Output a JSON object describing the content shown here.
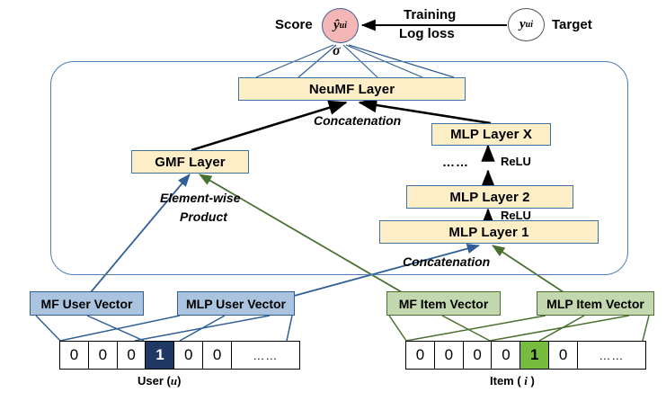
{
  "figure": {
    "title": "NeuMF (Neural Matrix Factorization) model architecture",
    "colors": {
      "layer_fill": "#fdeec8",
      "layer_border": "#3f72a4",
      "user_fill": "#aac4e0",
      "user_border": "#2f5f96",
      "item_fill": "#c3d8ae",
      "item_border": "#4a7030",
      "score_fill": "#f5b6b6",
      "user_hot": "#1f3864",
      "item_hot": "#76bc3f",
      "container_border": "#4a7fb5",
      "user_edge": "#2f5f96",
      "item_edge": "#4a7030",
      "black_edge": "#000000"
    }
  },
  "top": {
    "score_label": "Score",
    "score_node": "ŷ",
    "score_node_sub": "ui",
    "target_label": "Target",
    "target_node": "y",
    "target_node_sub": "ui",
    "training_line1": "Training",
    "training_line2": "Log loss",
    "sigma": "σ"
  },
  "layers": {
    "neumf": "NeuMF Layer",
    "gmf": "GMF Layer",
    "mlp_x": "MLP Layer X",
    "mlp_2": "MLP Layer 2",
    "mlp_1": "MLP Layer 1"
  },
  "edge_labels": {
    "concatenation_top": "Concatenation",
    "concatenation_bottom": "Concatenation",
    "element_wise_line1": "Element-wise",
    "element_wise_line2": "Product",
    "relu_upper": "ReLU",
    "relu_lower": "ReLU",
    "ellipsis": "……"
  },
  "vectors": {
    "mf_user": "MF User Vector",
    "mlp_user": "MLP User Vector",
    "mf_item": "MF Item Vector",
    "mlp_item": "MLP Item Vector"
  },
  "inputs": {
    "user": {
      "caption_text": "User (",
      "caption_var": "u",
      "caption_tail": ")",
      "cells": [
        "0",
        "0",
        "0",
        "1",
        "0",
        "0",
        "……"
      ],
      "hot_index": 3
    },
    "item": {
      "caption_text": "Item ( ",
      "caption_var": "i",
      "caption_tail": " )",
      "cells": [
        "0",
        "0",
        "0",
        "0",
        "1",
        "0",
        "……"
      ],
      "hot_index": 4
    }
  }
}
